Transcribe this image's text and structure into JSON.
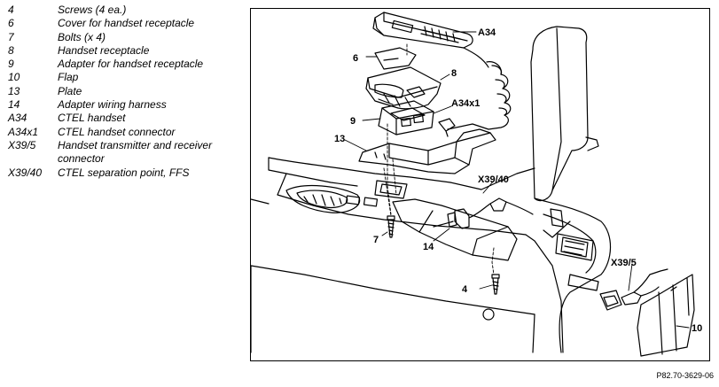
{
  "legend": [
    {
      "num": "4",
      "desc": "Screws (4 ea.)"
    },
    {
      "num": "6",
      "desc": "Cover for handset receptacle"
    },
    {
      "num": "7",
      "desc": "Bolts (x 4)"
    },
    {
      "num": "8",
      "desc": "Handset receptacle"
    },
    {
      "num": "9",
      "desc": "Adapter for handset receptacle"
    },
    {
      "num": "10",
      "desc": "Flap"
    },
    {
      "num": "13",
      "desc": "Plate"
    },
    {
      "num": "14",
      "desc": "Adapter wiring harness"
    },
    {
      "num": "A34",
      "desc": "CTEL handset"
    },
    {
      "num": "A34x1",
      "desc": "CTEL handset connector"
    },
    {
      "num": "X39/5",
      "desc": "Handset transmitter and receiver connector"
    },
    {
      "num": "X39/40",
      "desc": "CTEL separation point, FFS"
    }
  ],
  "callouts": {
    "a34": "A34",
    "six": "6",
    "eight": "8",
    "a34x1": "A34x1",
    "nine": "9",
    "thirteen": "13",
    "x39_40": "X39/40",
    "seven": "7",
    "fourteen": "14",
    "x39_5": "X39/5",
    "four": "4",
    "ten": "10"
  },
  "reference": "P82.70-3629-06"
}
